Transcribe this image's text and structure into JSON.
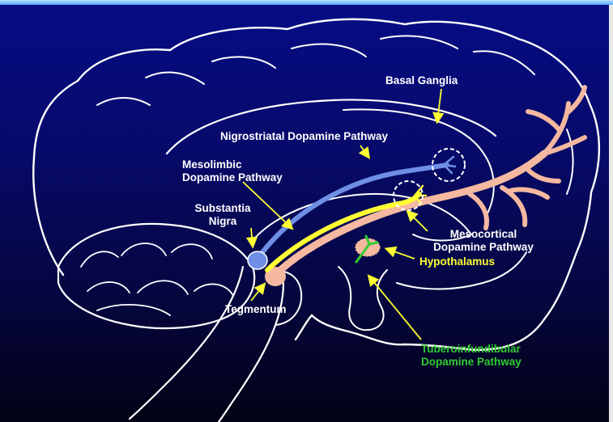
{
  "labels": {
    "basal_ganglia": "Basal Ganglia",
    "nigrostriatal": "Nigrostriatal Dopamine Pathway",
    "mesolimbic_line1": "Mesolimbic",
    "mesolimbic_line2": "Dopamine Pathway",
    "substantia_line1": "Substantia",
    "substantia_line2": "Nigra",
    "mesocortical_line1": "Mesocortical",
    "mesocortical_line2": "Dopamine Pathway",
    "hypothalamus": "Hypothalamus",
    "tegmentum": "Tegmentum",
    "tubero_line1": "Tuberoinfundibular",
    "tubero_line2": "Dopamine Pathway"
  },
  "colors": {
    "background_top": "#060c86",
    "background_bottom": "#020214",
    "brain_outline": "#ffffff",
    "nigrostriatal_pathway": "#6f8fe6",
    "mesolimbic_pathway": "#ffff33",
    "mesocortical_pathway": "#f5b8a0",
    "tuberoinfundibular_pathway": "#33cc33",
    "arrow": "#ffff33"
  }
}
